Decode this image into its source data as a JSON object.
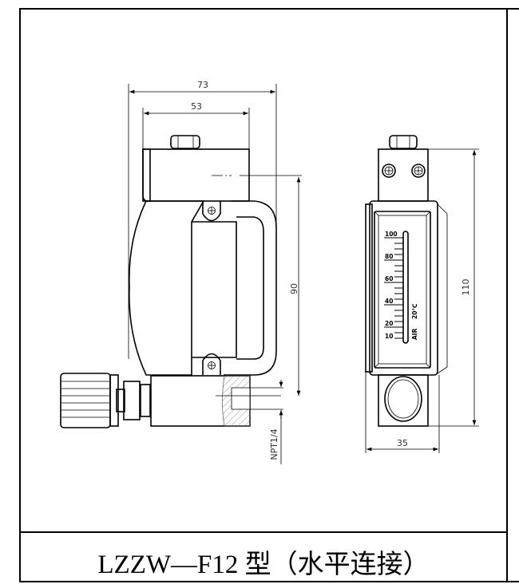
{
  "drawing": {
    "side_view": {
      "dim_overall_width": "73",
      "dim_body_width": "53",
      "dim_height": "90",
      "thread_label": "NPT1/4"
    },
    "front_view": {
      "dim_height": "110",
      "dim_width": "35",
      "scale_labels": [
        "100",
        "80",
        "60",
        "40",
        "20",
        "10"
      ],
      "medium_label": "AIR",
      "temp_label": "20℃"
    }
  },
  "caption": "LZZW—F12 型（水平连接）"
}
